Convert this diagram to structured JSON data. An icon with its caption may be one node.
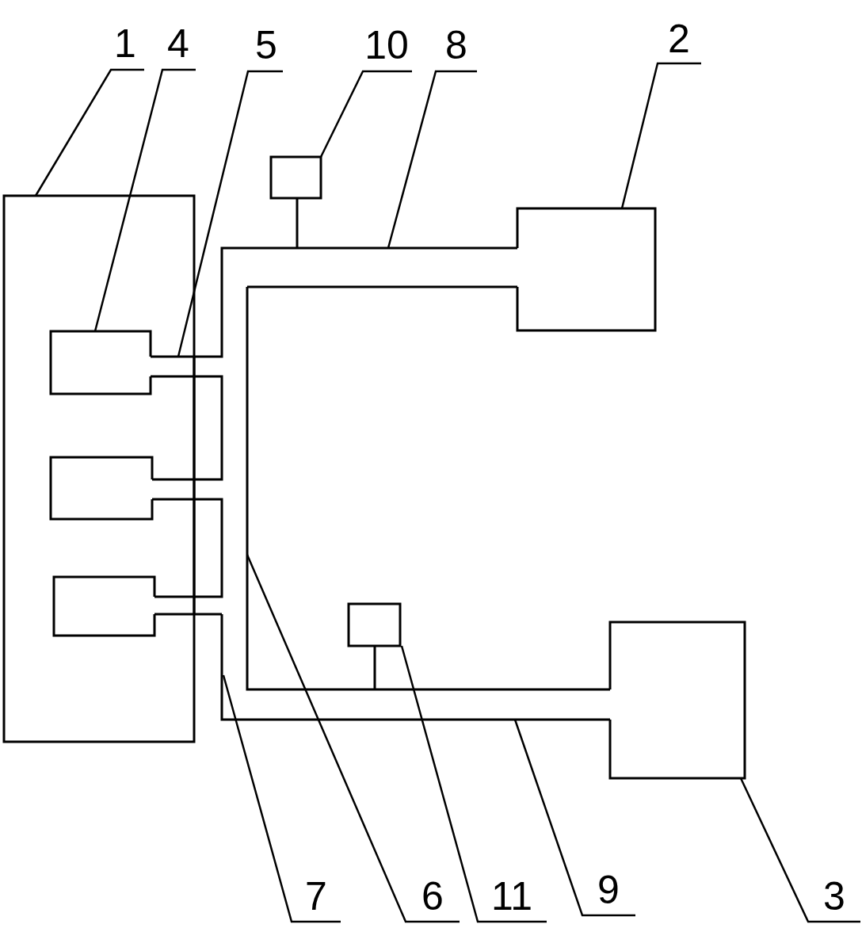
{
  "diagram": {
    "nodes": [
      {
        "text": [
          "1"
        ]
      },
      {
        "text": [
          "4"
        ]
      },
      {
        "text": [
          "5"
        ]
      },
      {
        "text": [
          "10"
        ]
      },
      {
        "text": [
          "8"
        ]
      },
      {
        "text": [
          "2"
        ]
      },
      {
        "text": [
          "7"
        ]
      },
      {
        "text": [
          "6"
        ]
      },
      {
        "text": [
          "11"
        ]
      },
      {
        "text": [
          "9"
        ]
      },
      {
        "text": [
          "3"
        ]
      },
      {
        "text": [],
        "shape": "box"
      },
      {
        "text": [],
        "shape": "box",
        "in": 11
      },
      {
        "text": [],
        "shape": "box",
        "in": 11
      },
      {
        "text": [],
        "shape": "box",
        "in": 11
      },
      {
        "text": [],
        "shape": "box"
      },
      {
        "text": [],
        "shape": "box"
      },
      {
        "text": [],
        "shape": "box"
      },
      {
        "text": [],
        "shape": "box"
      }
    ],
    "edges": [
      {
        "from": 0,
        "to": 11,
        "arrow": "none"
      },
      {
        "from": 1,
        "to": 12,
        "arrow": "none"
      },
      {
        "from": 2,
        "to": null,
        "arrow": "none"
      },
      {
        "from": 3,
        "to": 15,
        "arrow": "none"
      },
      {
        "from": 4,
        "to": null,
        "arrow": "none"
      },
      {
        "from": 5,
        "to": 16,
        "arrow": "none"
      },
      {
        "from": 6,
        "to": null,
        "arrow": "none"
      },
      {
        "from": 7,
        "to": null,
        "arrow": "none"
      },
      {
        "from": 8,
        "to": 17,
        "arrow": "none"
      },
      {
        "from": 9,
        "to": null,
        "arrow": "none"
      },
      {
        "from": 10,
        "to": 18,
        "arrow": "none"
      }
    ]
  }
}
